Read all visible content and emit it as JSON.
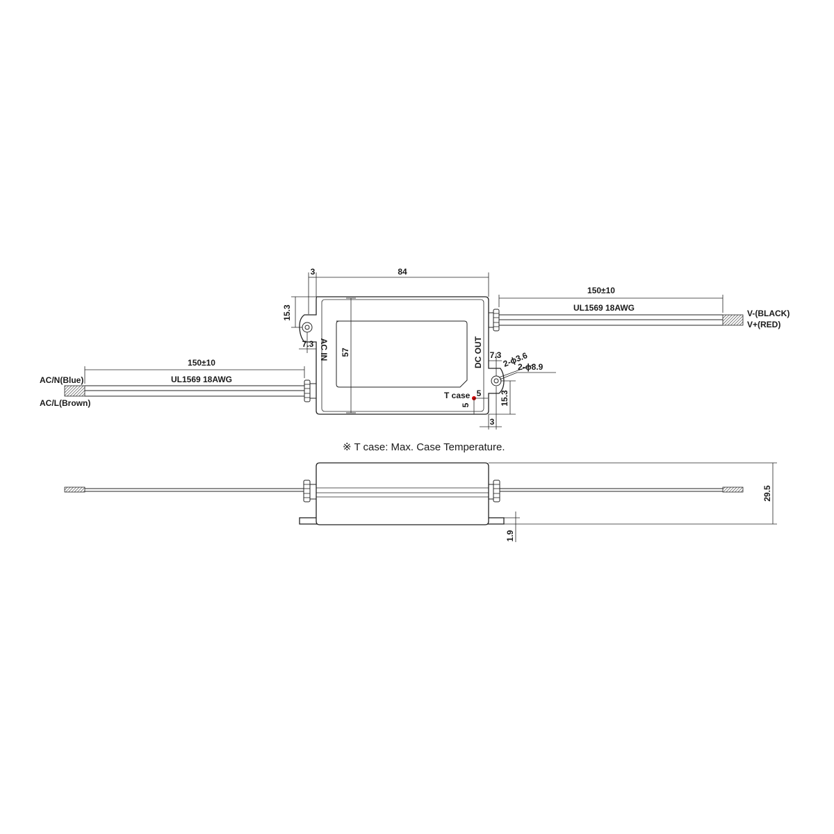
{
  "top_view": {
    "dim_width": "84",
    "dim_flange": "3",
    "dim_height": "57",
    "dim_hole_offset_v_left": "15.3",
    "dim_hole_offset_h_left": "7.3",
    "dim_hole_offset_h_right": "7.3",
    "dim_hole_offset_v_right": "15.3",
    "dim_flange_right": "3",
    "hole_small": "2-ϕ3.6",
    "hole_large": "2-ϕ8.9",
    "tcase_label": "T case",
    "tcase_dx": "5",
    "tcase_dy": "5",
    "ac_in_label": "AC IN",
    "dc_out_label": "DC OUT",
    "left_cable": {
      "length": "150±10",
      "spec": "UL1569 18AWG",
      "wire_top": "AC/N(Blue)",
      "wire_bottom": "AC/L(Brown)"
    },
    "right_cable": {
      "length": "150±10",
      "spec": "UL1569 18AWG",
      "wire_top": "V-(BLACK)",
      "wire_bottom": "V+(RED)"
    }
  },
  "note": "※ T case: Max. Case Temperature.",
  "side_view": {
    "dim_total_height": "29.5",
    "dim_flange_thickness": "1.9"
  },
  "colors": {
    "line": "#222222",
    "tcase_marker": "#d00000"
  }
}
